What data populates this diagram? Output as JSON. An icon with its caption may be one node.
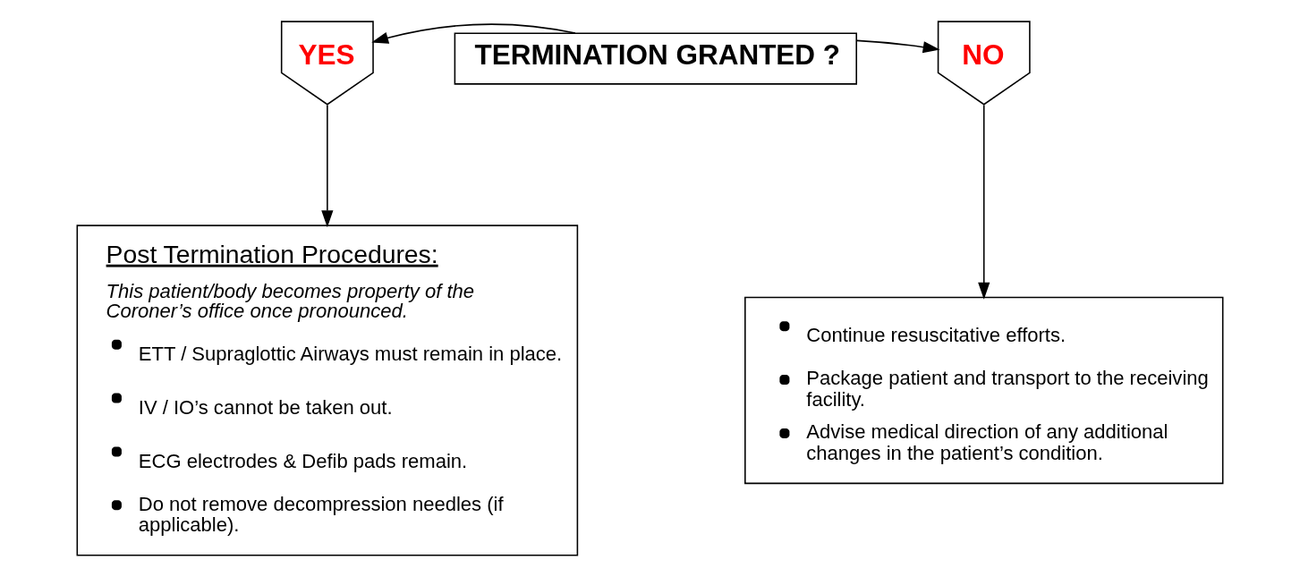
{
  "diagram": {
    "nodes": [
      {
        "text": [
          "TERMINATION GRANTED ?"
        ]
      },
      {
        "text": [
          "YES"
        ]
      },
      {
        "text": [
          "NO"
        ]
      },
      {
        "text": [
          "Post Termination Procedures:",
          "This patient/body becomes property of the Coroner’s office once pronounced.",
          "ETT / Supraglottic Airways must remain in place.",
          "IV / IO’s cannot be taken out.",
          "ECG electrodes & Defib pads remain.",
          "Do not remove decompression needles (if applicable)."
        ]
      },
      {
        "text": [
          "Continue resuscitative efforts.",
          "Package patient and transport to the receiving facility.",
          "Advise medical direction of any additional changes in the patient’s condition."
        ]
      }
    ],
    "edges": [
      {
        "from": 0,
        "to": 1,
        "arrow": "to"
      },
      {
        "from": 0,
        "to": 2,
        "arrow": "to"
      },
      {
        "from": 1,
        "to": 3,
        "arrow": "to"
      },
      {
        "from": 2,
        "to": 4,
        "arrow": "to"
      }
    ]
  }
}
